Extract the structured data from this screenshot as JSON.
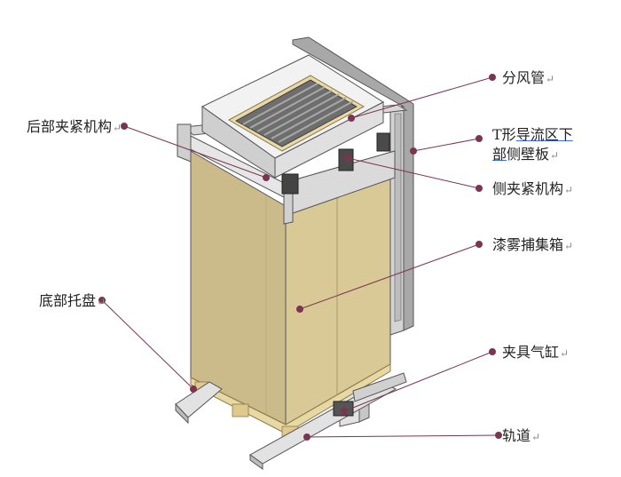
{
  "labels": {
    "fengguan": "分风管",
    "houbu": "后部夹紧机构",
    "tdl_line1_prefix": "T形",
    "tdl_line1_underlined": "导流区下",
    "tdl_line2_underlined": "部",
    "tdl_line2_rest": "侧壁板",
    "cejia": "侧夹紧机构",
    "qiwu": "漆雾捕集箱",
    "dibu": "底部托盘",
    "jiaju": "夹具气缸",
    "guidao": "轨道",
    "return_mark": "↵"
  },
  "colors": {
    "leader_line": "#7a3550",
    "leader_dot": "#7a3550",
    "box_front": "#d9c997",
    "box_side": "#cbbb8a",
    "frame_grey": "#dcdcdc",
    "panel_grey": "#a9a9a9"
  }
}
